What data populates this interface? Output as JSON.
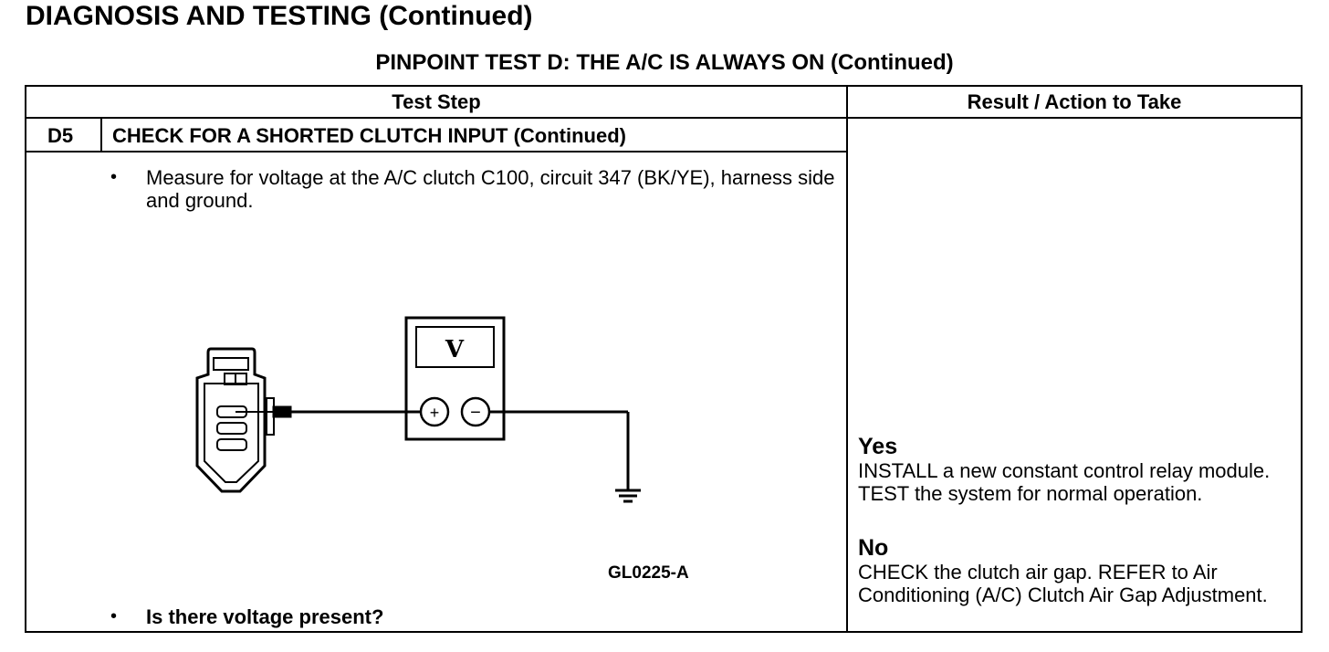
{
  "page_heading": "DIAGNOSIS AND TESTING (Continued)",
  "test_title": "PINPOINT TEST D: THE A/C IS ALWAYS ON (Continued)",
  "table": {
    "col_test_step": "Test Step",
    "col_result": "Result / Action to Take",
    "step_id": "D5",
    "step_title": "CHECK FOR A SHORTED CLUTCH INPUT (Continued)",
    "bullet_glyph": "•",
    "instruction": "Measure for voltage at the A/C clutch C100, circuit 347 (BK/YE), harness side and ground.",
    "question": "Is there voltage present?",
    "figure": {
      "meter_symbol": "V",
      "plus_symbol": "+",
      "minus_symbol": "−",
      "figure_id": "GL0225-A"
    },
    "results": {
      "yes_label": "Yes",
      "yes_text": "INSTALL a new constant control relay module. TEST the system for normal operation.",
      "no_label": "No",
      "no_text": "CHECK the clutch air gap. REFER to Air Conditioning (A/C) Clutch Air Gap Adjustment."
    }
  }
}
